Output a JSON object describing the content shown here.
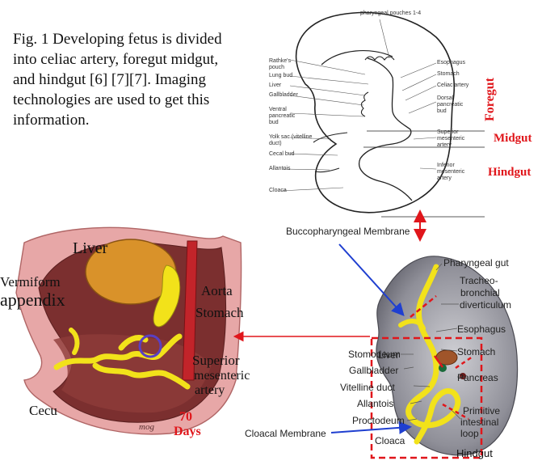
{
  "caption": "Fig. 1 Developing fetus is divided into celiac artery, foregut midgut, and hindgut [6] [7][7]. Imaging technologies are used to get this information.",
  "top_diagram": {
    "title": "pharyngeal pouches 1-4",
    "left_labels": [
      "Rathke's pouch",
      "Lung bud",
      "Liver",
      "Gallbladder",
      "Ventral pancreatic bud",
      "Yolk sac (vitelline duct)",
      "Cecal bud",
      "Allantois",
      "Cloaca"
    ],
    "right_labels": [
      "Esophagus",
      "Stomach",
      "Celiac artery",
      "Dorsal pancreatic bud",
      "Superior mesenteric artery",
      "Inferior mesenteric artery"
    ],
    "regions": [
      "Foregut",
      "Midgut",
      "Hindgut"
    ]
  },
  "left_diagram": {
    "liver": "Liver",
    "vermiform": "Vermiform",
    "appendix": "appendix",
    "aorta": "Aorta",
    "stomach": "Stomach",
    "superior": "Superior",
    "mesenteric": "mesenteric",
    "artery": "artery",
    "cecu": "Cecu",
    "age_number": "70",
    "age_unit": "Days",
    "signature": "mog"
  },
  "right_diagram": {
    "membrane_top": "Buccopharyngeal Membrane",
    "membrane_bottom": "Cloacal Membrane",
    "labels_left": [
      "Stomodeum",
      "Liver",
      "Gallbladder",
      "Vitelline duct",
      "Allantois",
      "Proctodeum",
      "Cloaca"
    ],
    "pharyngeal_gut": "Pharyngeal gut",
    "tracheo": "Tracheo-",
    "bronchial": "bronchial",
    "diverticulum": "diverticulum",
    "esophagus": "Esophagus",
    "stomach": "Stomach",
    "pancreas": "Pancreas",
    "primitive": "Primitive",
    "intestinal": "intestinal",
    "loop": "loop",
    "hindgut": "Hindgut"
  },
  "colors": {
    "accent_red": "#e0161b",
    "arrow_blue": "#1f3fd0",
    "gut_yellow": "#f2e21a",
    "liver_tan": "#d9922a"
  }
}
